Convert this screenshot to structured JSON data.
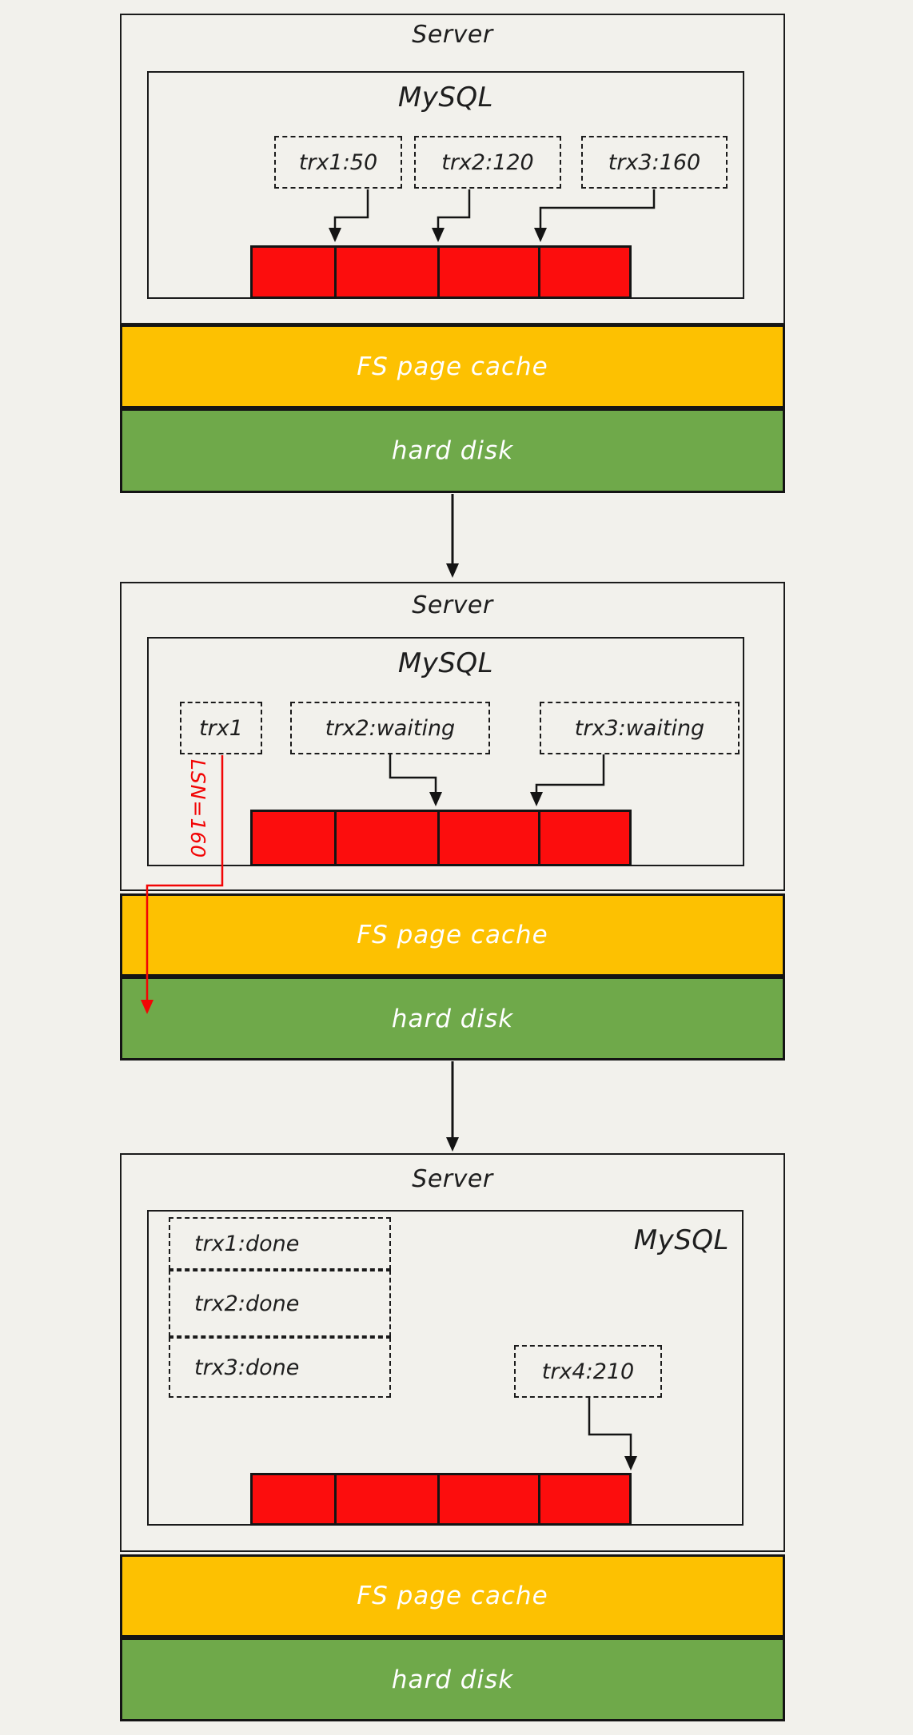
{
  "colors": {
    "background": "#f2f1ec",
    "line": "#1b1b1b",
    "log_buffer_red": "#fc0d0d",
    "fs_cache_yellow": "#fdc101",
    "hard_disk_green": "#6fa94a",
    "lsn_arrow_red": "#f20505"
  },
  "panels": [
    {
      "server_label": "Server",
      "mysql_label": "MySQL",
      "transactions": [
        {
          "label": "trx1:50"
        },
        {
          "label": "trx2:120"
        },
        {
          "label": "trx3:160"
        }
      ],
      "fs_cache_label": "FS page cache",
      "hard_disk_label": "hard disk"
    },
    {
      "server_label": "Server",
      "mysql_label": "MySQL",
      "transactions": [
        {
          "label": "trx1"
        },
        {
          "label": "trx2:waiting"
        },
        {
          "label": "trx3:waiting"
        }
      ],
      "lsn_label": "LSN=160",
      "fs_cache_label": "FS page cache",
      "hard_disk_label": "hard disk"
    },
    {
      "server_label": "Server",
      "mysql_label": "MySQL",
      "transactions": [
        {
          "label": "trx1:done"
        },
        {
          "label": "trx2:done"
        },
        {
          "label": "trx3:done"
        },
        {
          "label": "trx4:210"
        }
      ],
      "fs_cache_label": "FS page cache",
      "hard_disk_label": "hard disk"
    }
  ]
}
